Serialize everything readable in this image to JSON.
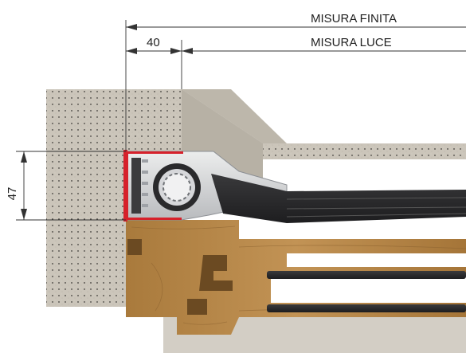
{
  "labels": {
    "finished_size": "MISURA FINITA",
    "light_size": "MISURA LUCE",
    "width_dimension": "40",
    "height_dimension": "47"
  },
  "colors": {
    "concrete": "#c9c3b8",
    "concrete_dark": "#b5afa3",
    "wood": "#b88a4a",
    "wood_dark": "#8a6330",
    "aluminium": "#d9dadc",
    "gasket": "#2b2b2d",
    "seal_red": "#d6212b",
    "dimension_line": "#333333"
  }
}
